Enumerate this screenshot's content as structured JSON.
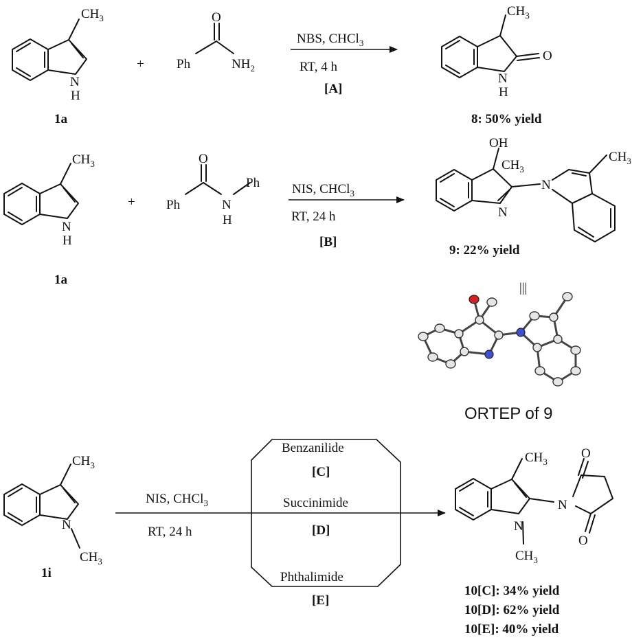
{
  "reaction_a": {
    "reactant_label": "1a",
    "plus": "+",
    "amide": {
      "ph": "Ph",
      "o": "O",
      "nh2": "NH",
      "nh2_sub": "2"
    },
    "indole": {
      "ch3": "CH",
      "ch3_sub": "3",
      "nh": "N",
      "h": "H"
    },
    "reagent": "NBS, CHCl",
    "reagent_sub": "3",
    "conditions": "RT, 4 h",
    "tag": "[A]",
    "product": {
      "ch3": "CH",
      "ch3_sub": "3",
      "o": "O",
      "n": "N",
      "h": "H"
    },
    "product_yield": "8: 50% yield"
  },
  "reaction_b": {
    "reactant_label": "1a",
    "plus": "+",
    "amide": {
      "ph1": "Ph",
      "o": "O",
      "n": "N",
      "h": "H",
      "ph2": "Ph"
    },
    "indole": {
      "ch3": "CH",
      "ch3_sub": "3",
      "nh": "N",
      "h": "H"
    },
    "reagent": "NIS, CHCl",
    "reagent_sub": "3",
    "conditions": "RT, 24 h",
    "tag": "[B]",
    "product": {
      "oh": "OH",
      "ch3a": "CH",
      "ch3a_sub": "3",
      "ch3b": "CH",
      "ch3b_sub": "3",
      "n1": "N",
      "n2": "N"
    },
    "product_yield": "9: 22% yield",
    "equivalence_symbol": "|||",
    "ortep_caption": "ORTEP of 9"
  },
  "reaction_c": {
    "reactant_label": "1i",
    "indole": {
      "ch3": "CH",
      "ch3_sub": "3",
      "n": "N",
      "nch3": "CH",
      "nch3_sub": "3"
    },
    "reagent": "NIS, CHCl",
    "reagent_sub": "3",
    "conditions": "RT, 24 h",
    "options": [
      {
        "name": "Benzanilide",
        "tag": "[C]"
      },
      {
        "name": "Succinimide",
        "tag": "[D]"
      },
      {
        "name": "Phthalimide",
        "tag": "[E]"
      }
    ],
    "product": {
      "ch3a": "CH",
      "ch3a_sub": "3",
      "n1": "N",
      "ch3b": "CH",
      "ch3b_sub": "3",
      "n2": "N",
      "o1": "O",
      "o2": "O"
    },
    "yields": [
      "10[C]: 34% yield",
      "10[D]: 62% yield",
      "10[E]: 40% yield"
    ]
  }
}
